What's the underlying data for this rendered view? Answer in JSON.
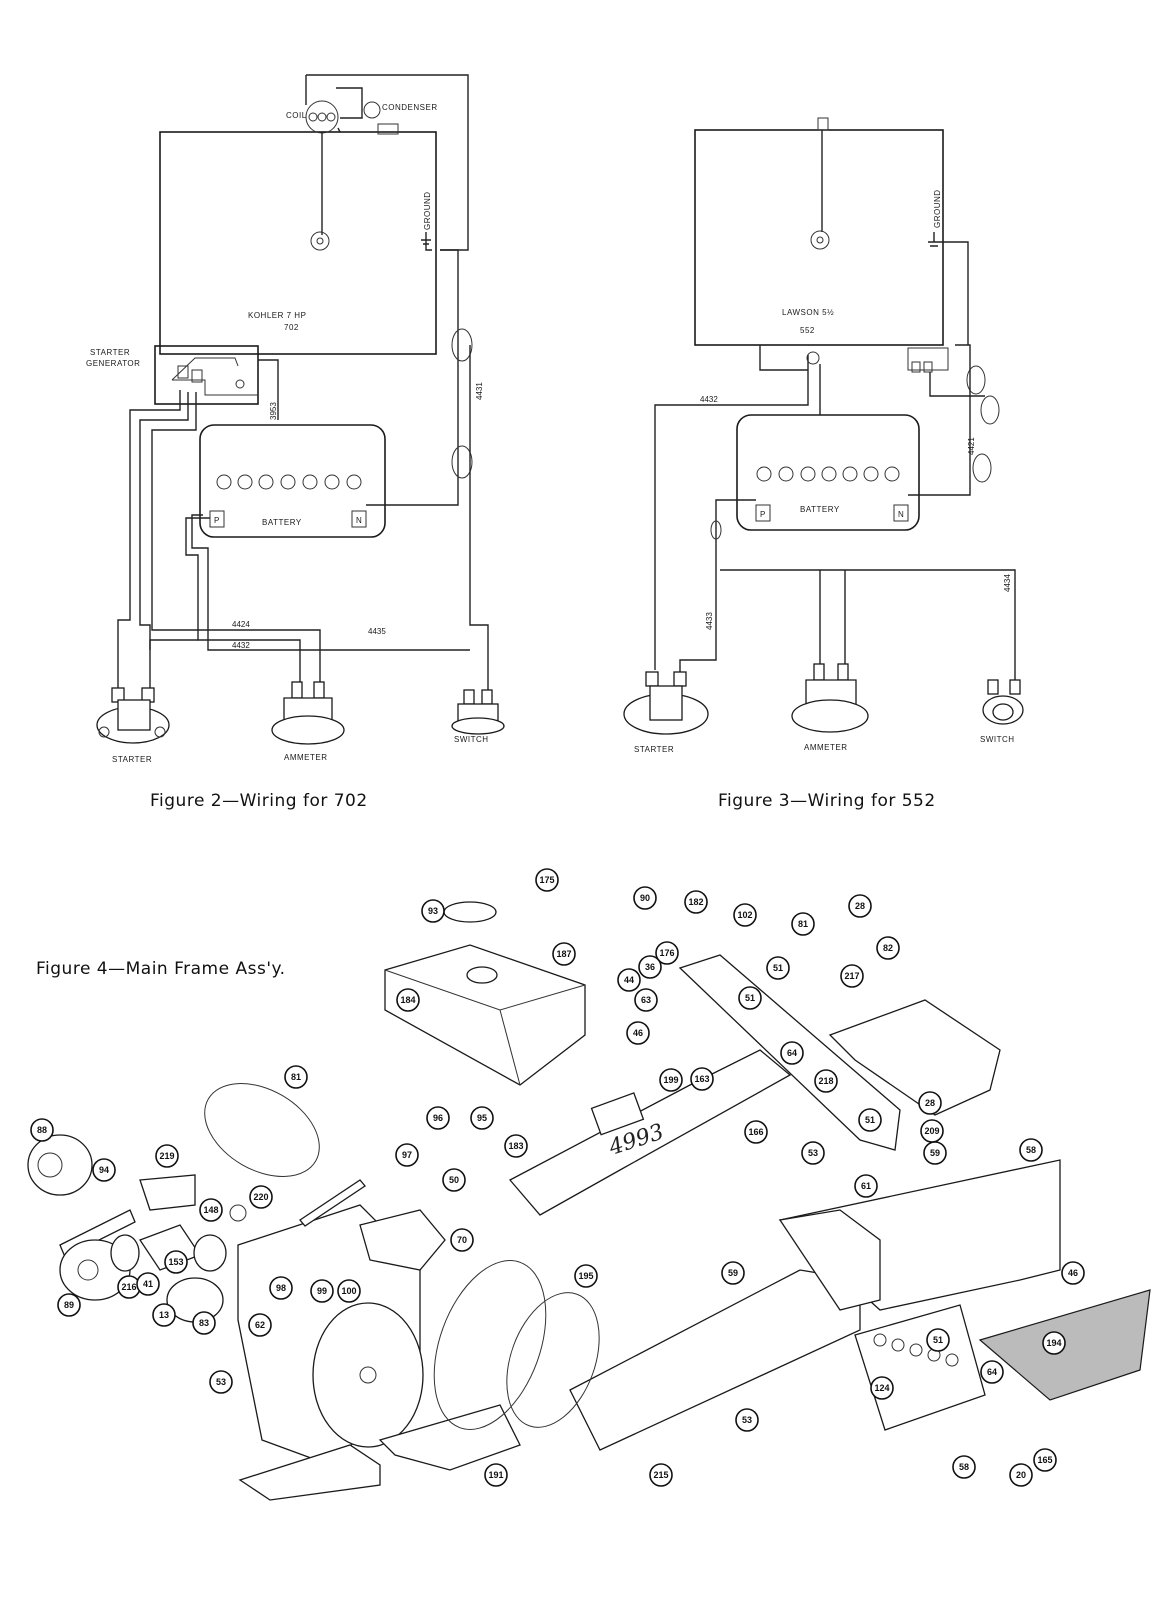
{
  "figure2": {
    "caption": "Figure 2—Wiring for 702",
    "labels": {
      "coil": "COIL",
      "condenser": "CONDENSER",
      "ground": "GROUND",
      "engine": "KOHLER 7 HP",
      "engine_model": "702",
      "starter_generator_1": "STARTER",
      "starter_generator_2": "GENERATOR",
      "battery": "BATTERY",
      "battery_pos": "P",
      "battery_neg": "N",
      "starter": "STARTER",
      "ammeter": "AMMETER",
      "switch": "SWITCH"
    },
    "wire_numbers": [
      "3953",
      "4431",
      "4424",
      "4432",
      "4435"
    ]
  },
  "figure3": {
    "caption": "Figure 3—Wiring for 552",
    "labels": {
      "ground": "GROUND",
      "engine": "LAWSON 5½",
      "engine_model": "552",
      "battery": "BATTERY",
      "battery_pos": "P",
      "battery_neg": "N",
      "starter": "STARTER",
      "ammeter": "AMMETER",
      "switch": "SWITCH"
    },
    "wire_numbers": [
      "4432",
      "4421",
      "4433",
      "4434"
    ]
  },
  "figure4": {
    "caption": "Figure 4—Main Frame Ass'y.",
    "handwritten_note": "4993",
    "callouts": [
      "175",
      "90",
      "93",
      "182",
      "102",
      "187",
      "176",
      "81",
      "28",
      "36",
      "44",
      "82",
      "51",
      "217",
      "184",
      "63",
      "51",
      "46",
      "64",
      "199",
      "163",
      "218",
      "81",
      "51",
      "28",
      "96",
      "95",
      "209",
      "166",
      "183",
      "53",
      "58",
      "59",
      "97",
      "50",
      "61",
      "88",
      "94",
      "219",
      "220",
      "148",
      "70",
      "98",
      "99",
      "100",
      "153",
      "216",
      "41",
      "89",
      "195",
      "59",
      "46",
      "13",
      "83",
      "62",
      "51",
      "194",
      "53",
      "64",
      "124",
      "53",
      "191",
      "215",
      "165",
      "58",
      "20"
    ]
  }
}
